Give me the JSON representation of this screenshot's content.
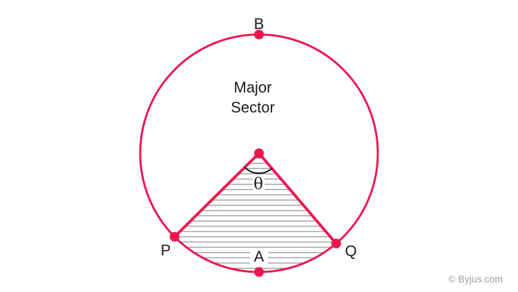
{
  "colors": {
    "accent": "#ED1651",
    "hatch": "#9a9a9a",
    "text": "#1b1b1b",
    "watermark": "#9b9b9b",
    "background": "#ffffff"
  },
  "figure": {
    "region_label": {
      "line1": "Major",
      "line2": "Sector"
    },
    "points": {
      "top": "B",
      "left": "P",
      "right": "Q",
      "bottom": "A"
    },
    "angle_label": "θ",
    "watermark": "© Byjus.com"
  }
}
